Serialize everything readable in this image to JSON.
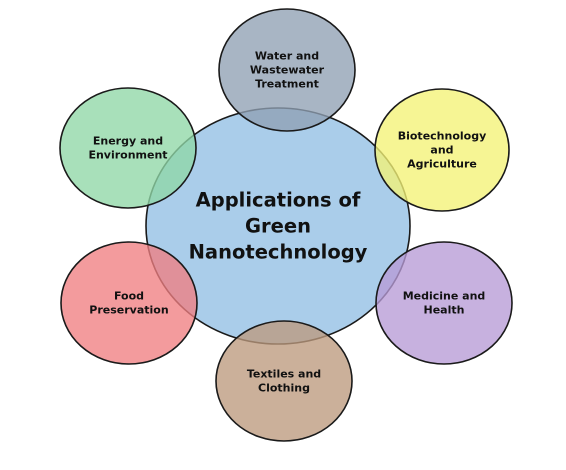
{
  "center": {
    "label_lines": [
      "Applications of",
      "Green",
      "Nanotechnology"
    ],
    "color": "#aacdea"
  },
  "applications": [
    {
      "id": "water",
      "label_lines": [
        "Water and",
        "Wastewater",
        "Treatment"
      ],
      "color": "#8fa0b4"
    },
    {
      "id": "biotech",
      "label_lines": [
        "Biotechnology",
        "and",
        "Agriculture"
      ],
      "color": "#f3f276"
    },
    {
      "id": "medicine",
      "label_lines": [
        "Medicine and",
        "Health"
      ],
      "color": "#b79bd6"
    },
    {
      "id": "textiles",
      "label_lines": [
        "Textiles and",
        "Clothing"
      ],
      "color": "#bd9a7d"
    },
    {
      "id": "food",
      "label_lines": [
        "Food",
        "Preservation"
      ],
      "color": "#f07f82"
    },
    {
      "id": "energy",
      "label_lines": [
        "Energy and",
        "Environment"
      ],
      "color": "#8fd7a6"
    }
  ]
}
